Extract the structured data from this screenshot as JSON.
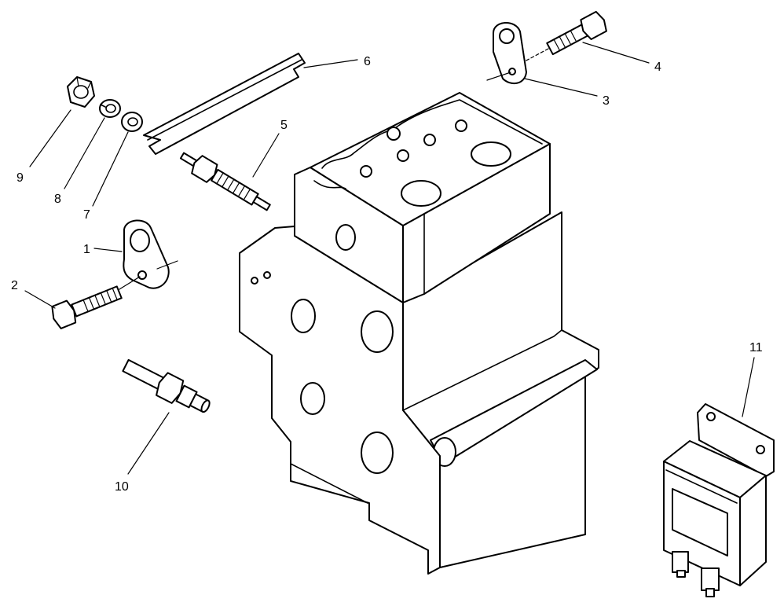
{
  "callouts": [
    {
      "label": "1"
    },
    {
      "label": "2"
    },
    {
      "label": "3"
    },
    {
      "label": "4"
    },
    {
      "label": "5"
    },
    {
      "label": "6"
    },
    {
      "label": "7"
    },
    {
      "label": "8"
    },
    {
      "label": "9"
    },
    {
      "label": "10"
    },
    {
      "label": "11"
    }
  ]
}
